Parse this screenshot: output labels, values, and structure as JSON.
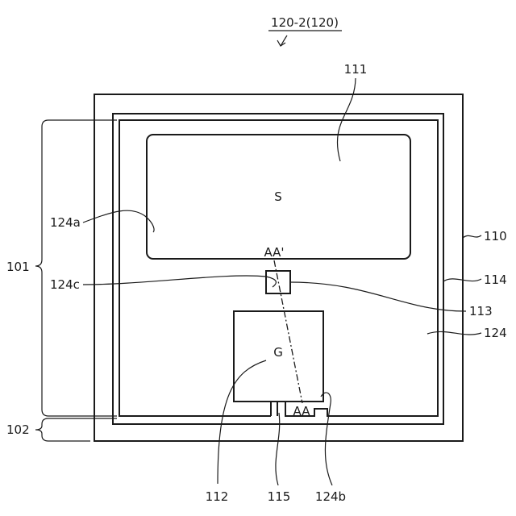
{
  "figure": {
    "title": "120-2(120)",
    "labels": {
      "l111": "111",
      "lS": "S",
      "l124a": "124a",
      "l101": "101",
      "lAAp": "AA'",
      "l124c": "124c",
      "l110": "110",
      "l114": "114",
      "l113": "113",
      "l124": "124",
      "lG": "G",
      "lAA": "AA",
      "l102": "102",
      "l112": "112",
      "l115": "115",
      "l124b": "124b"
    }
  }
}
